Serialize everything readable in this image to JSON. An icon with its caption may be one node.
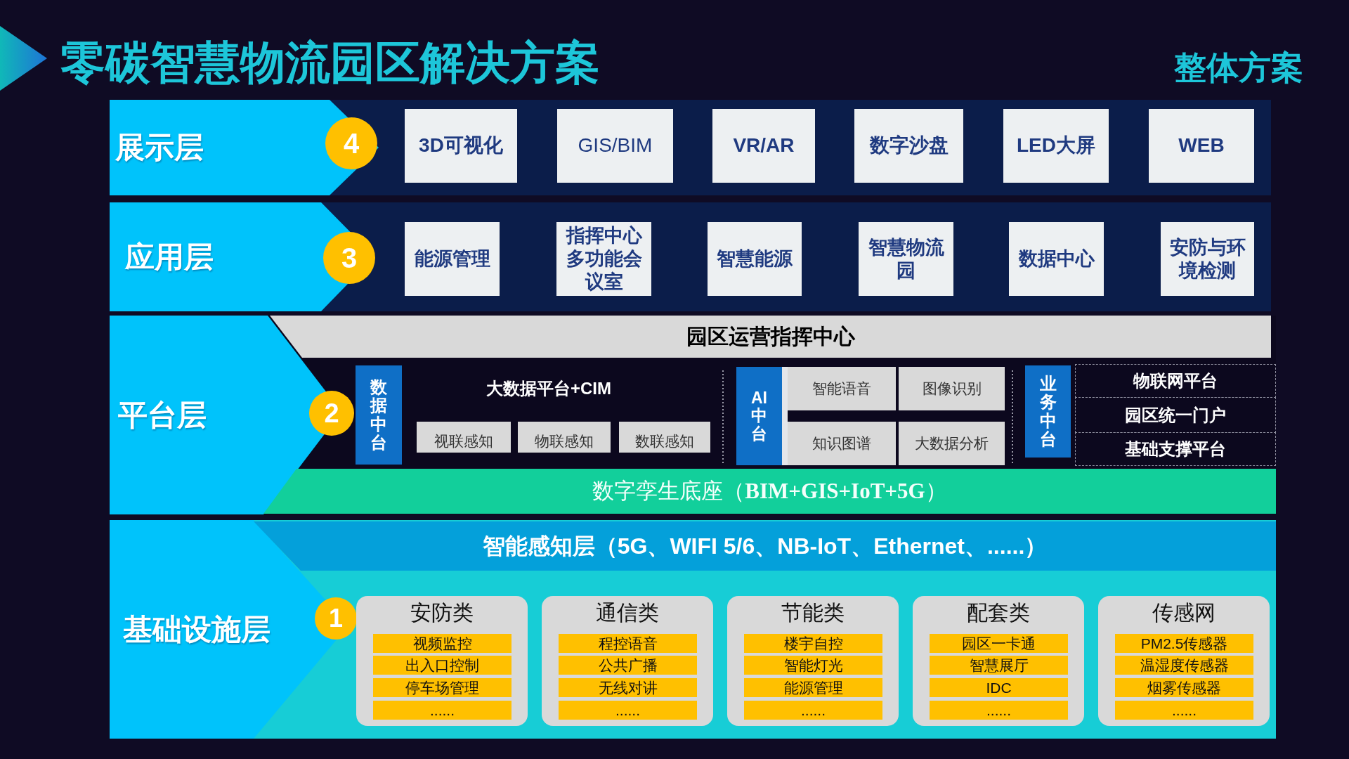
{
  "diagram": {
    "title": "零碳智慧物流园区解决方案",
    "nodes": [
      {
        "text": [
          "展示层"
        ]
      },
      {
        "text": [
          "4"
        ],
        "in": 0
      },
      {
        "text": [
          "3D可视化"
        ],
        "in": 0
      },
      {
        "text": [
          "GIS/BIM"
        ],
        "in": 0
      },
      {
        "text": [
          "VR/AR"
        ],
        "in": 0
      },
      {
        "text": [
          "数字沙盘"
        ],
        "in": 0
      },
      {
        "text": [
          "LED大屏"
        ],
        "in": 0
      },
      {
        "text": [
          "WEB"
        ],
        "in": 0
      },
      {
        "text": [
          "应用层"
        ]
      },
      {
        "text": [
          "3"
        ],
        "in": 8
      },
      {
        "text": [
          "能源管理"
        ],
        "in": 8
      },
      {
        "text": [
          "指挥中心多功能会议室"
        ],
        "in": 8
      },
      {
        "text": [
          "智慧能源"
        ],
        "in": 8
      },
      {
        "text": [
          "智慧物流园"
        ],
        "in": 8
      },
      {
        "text": [
          "数据中心"
        ],
        "in": 8
      },
      {
        "text": [
          "安防与环境检测"
        ],
        "in": 8
      },
      {
        "text": [
          "平台层"
        ]
      },
      {
        "text": [
          "园区运营指挥中心"
        ],
        "in": 16
      },
      {
        "text": [
          "2"
        ],
        "in": 16
      },
      {
        "text": [
          "数据中台"
        ],
        "in": 16
      },
      {
        "text": [
          "视联感知"
        ],
        "in": 16
      },
      {
        "text": [
          "物联感知"
        ],
        "in": 16
      },
      {
        "text": [
          "数联感知"
        ],
        "in": 16
      },
      {
        "text": [
          "AI中台"
        ],
        "in": 16
      },
      {
        "text": [
          "智能语音"
        ],
        "in": 16
      },
      {
        "text": [
          "图像识别"
        ],
        "in": 16
      },
      {
        "text": [
          "知识图谱"
        ],
        "in": 16
      },
      {
        "text": [
          "大数据分析"
        ],
        "in": 16
      },
      {
        "text": [
          "业务中台"
        ],
        "in": 16
      },
      {
        "text": [
          "物联网平台"
        ],
        "in": 16
      },
      {
        "text": [
          "园区统一门户"
        ],
        "in": 16
      },
      {
        "text": [
          "基础支撑平台"
        ],
        "in": 16
      },
      {
        "text": [
          "数字孪生底座（**BIM+GIS+IoT+5G**）"
        ],
        "in": 16
      },
      {
        "text": [
          "基础设施层"
        ]
      },
      {
        "text": [
          "智能感知层（5G、WIFI 5/6、NB-IoT、Ethernet、......）"
        ],
        "in": 33
      },
      {
        "text": [
          "1"
        ],
        "in": 33
      },
      {
        "text": [
          "安防类"
        ],
        "in": 33
      },
      {
        "text": [
          "视频监控"
        ],
        "in": 36
      },
      {
        "text": [
          "出入口控制"
        ],
        "in": 36
      },
      {
        "text": [
          "停车场管理"
        ],
        "in": 36
      },
      {
        "text": [
          "......"
        ],
        "in": 36
      },
      {
        "text": [
          "通信类"
        ],
        "in": 33
      },
      {
        "text": [
          "程控语音"
        ],
        "in": 41
      },
      {
        "text": [
          "公共广播"
        ],
        "in": 41
      },
      {
        "text": [
          "无线对讲"
        ],
        "in": 41
      },
      {
        "text": [
          "......"
        ],
        "in": 41
      },
      {
        "text": [
          "节能类"
        ],
        "in": 33
      },
      {
        "text": [
          "楼宇自控"
        ],
        "in": 46
      },
      {
        "text": [
          "智能灯光"
        ],
        "in": 46
      },
      {
        "text": [
          "能源管理"
        ],
        "in": 46
      },
      {
        "text": [
          "......"
        ],
        "in": 46
      },
      {
        "text": [
          "配套类"
        ],
        "in": 33
      },
      {
        "text": [
          "园区一卡通"
        ],
        "in": 51
      },
      {
        "text": [
          "智慧展厅"
        ],
        "in": 51
      },
      {
        "text": [
          "IDC"
        ],
        "in": 51
      },
      {
        "text": [
          "......"
        ],
        "in": 51
      },
      {
        "text": [
          "传感网"
        ],
        "in": 33
      },
      {
        "text": [
          "PM2.5传感器"
        ],
        "in": 56
      },
      {
        "text": [
          "温湿度传感器"
        ],
        "in": 56
      },
      {
        "text": [
          "烟雾传感器"
        ],
        "in": 56
      },
      {
        "text": [
          "......"
        ],
        "in": 56
      }
    ],
    "labels": [
      "整体方案",
      "大数据平台+CIM"
    ]
  }
}
